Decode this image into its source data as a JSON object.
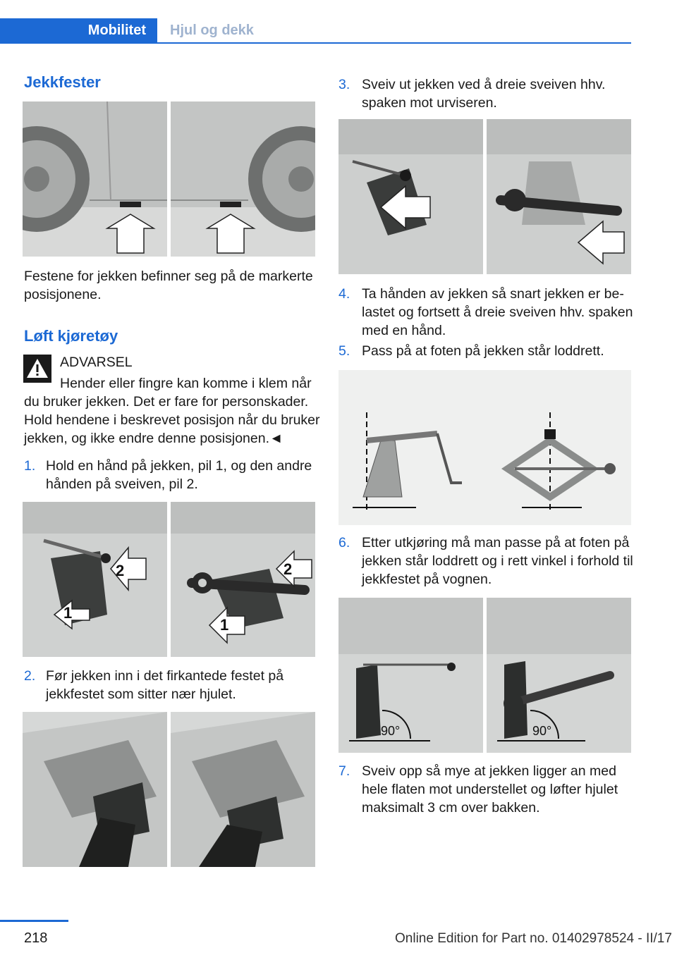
{
  "header": {
    "tab_active": "Mobilitet",
    "tab_inactive": "Hjul og dekk"
  },
  "left": {
    "title1": "Jekkfester",
    "caption1": "Festene for jekken befinner seg på de mar­kerte posisjonene.",
    "title2": "Løft kjøretøy",
    "warning_label": "ADVARSEL",
    "warning_text": "Hender eller fingre kan komme i klem når du bruker jekken. Det er fare for personskader. Hold hendene i beskrevet posisjon når du bru­ker jekken, og ikke endre denne posisjonen.◄",
    "steps": [
      {
        "num": "1.",
        "text": "Hold en hånd på jekken, pil 1, og den andre hånden på sveiven, pil 2."
      },
      {
        "num": "2.",
        "text": "Før jekken inn i det firkantede festet på jekkfestet som sitter nær hjulet."
      }
    ]
  },
  "right": {
    "steps": [
      {
        "num": "3.",
        "text": "Sveiv ut jekken ved å dreie sveiven hhv. spaken mot urviseren."
      },
      {
        "num": "4.",
        "text": "Ta hånden av jekken så snart jekken er be­lastet og fortsett å dreie sveiven hhv. spa­ken med en hånd."
      },
      {
        "num": "5.",
        "text": "Pass på at foten på jekken står loddrett."
      },
      {
        "num": "6.",
        "text": "Etter utkjøring må man passe på at foten på jekken står loddrett og i rett vinkel i for­hold til jekkfestet på vognen."
      },
      {
        "num": "7.",
        "text": "Sveiv opp så mye at jekken ligger an med hele flaten mot understellet og løfter hjulet maksimalt 3 cm over bakken."
      }
    ]
  },
  "figures": {
    "arrow_label_1": "1",
    "arrow_label_2": "2",
    "angle_label": "90°"
  },
  "footer": {
    "page_number": "218",
    "edition": "Online Edition for Part no. 01402978524 - II/17"
  }
}
